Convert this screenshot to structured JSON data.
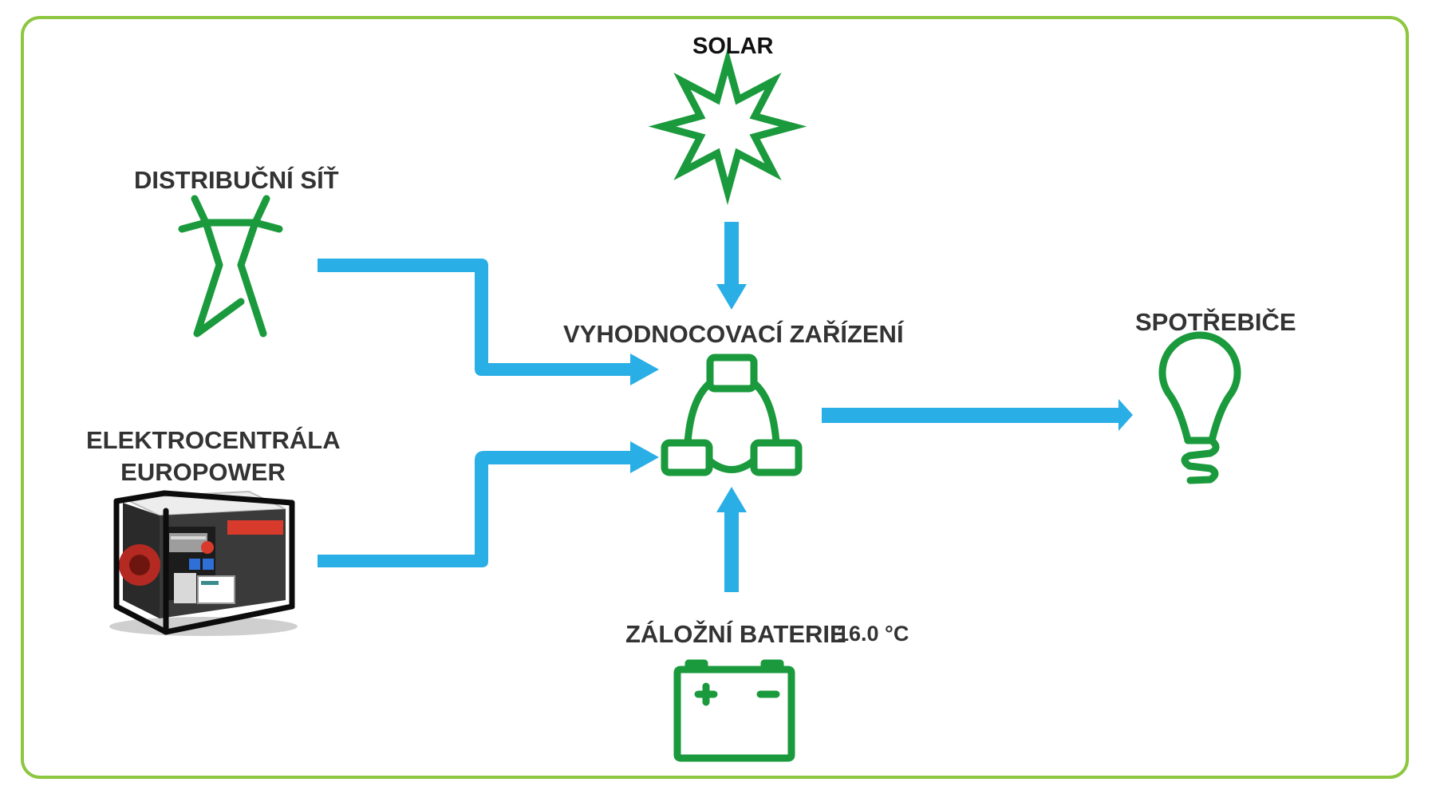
{
  "nodes": {
    "solar": {
      "label": "SOLAR",
      "icon": "sun-icon"
    },
    "grid": {
      "label": "DISTRIBUČNÍ SÍŤ",
      "icon": "power-pylon-icon"
    },
    "generator": {
      "label_line1": "ELEKTROCENTRÁLA",
      "label_line2": "EUROPOWER",
      "icon": "generator-image"
    },
    "evaluator": {
      "label": "VYHODNOCOVACÍ ZAŘÍZENÍ",
      "icon": "device-network-icon"
    },
    "consumers": {
      "label": "SPOTŘEBIČE",
      "icon": "light-bulb-icon"
    },
    "battery": {
      "label": "ZÁLOŽNÍ BATERIE",
      "temperature": "16.0 °C",
      "icon": "battery-icon"
    }
  },
  "connections": [
    {
      "from": "solar",
      "to": "evaluator"
    },
    {
      "from": "grid",
      "to": "evaluator"
    },
    {
      "from": "generator",
      "to": "evaluator"
    },
    {
      "from": "battery",
      "to": "evaluator"
    },
    {
      "from": "evaluator",
      "to": "consumers"
    }
  ],
  "colors": {
    "frame": "#8dc63f",
    "icon": "#1a9a3c",
    "arrow": "#29aee6",
    "text": "#333333"
  }
}
